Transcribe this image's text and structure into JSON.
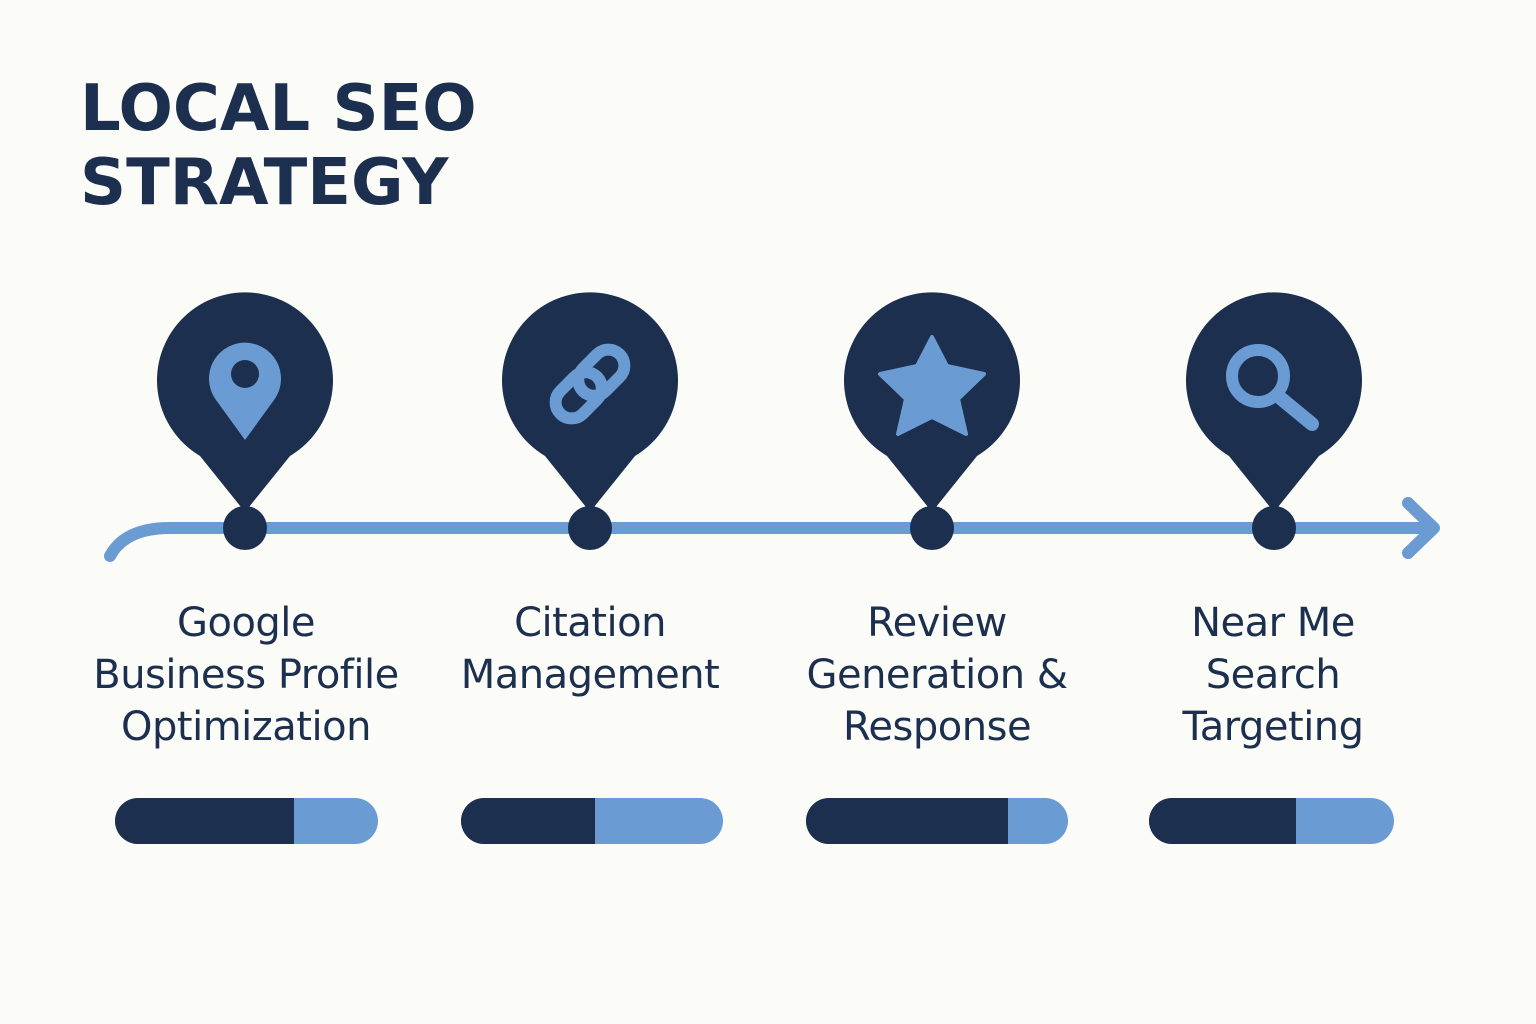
{
  "title_lines": [
    "LOCAL SEO",
    "STRATEGY"
  ],
  "colors": {
    "dark_navy": "#1c2f4f",
    "accent_blue": "#6a9bd3",
    "background": "#fbfbf8"
  },
  "steps": [
    {
      "icon": "location-pin-icon",
      "label_lines": [
        "Google",
        "Business Profile",
        "Optimization"
      ],
      "progress": 0.68
    },
    {
      "icon": "link-icon",
      "label_lines": [
        "Citation",
        "Management"
      ],
      "progress": 0.51
    },
    {
      "icon": "star-icon",
      "label_lines": [
        "Review",
        "Generation &",
        "Response"
      ],
      "progress": 0.77
    },
    {
      "icon": "search-icon",
      "label_lines": [
        "Near Me",
        "Search",
        "Targeting"
      ],
      "progress": 0.6
    }
  ]
}
